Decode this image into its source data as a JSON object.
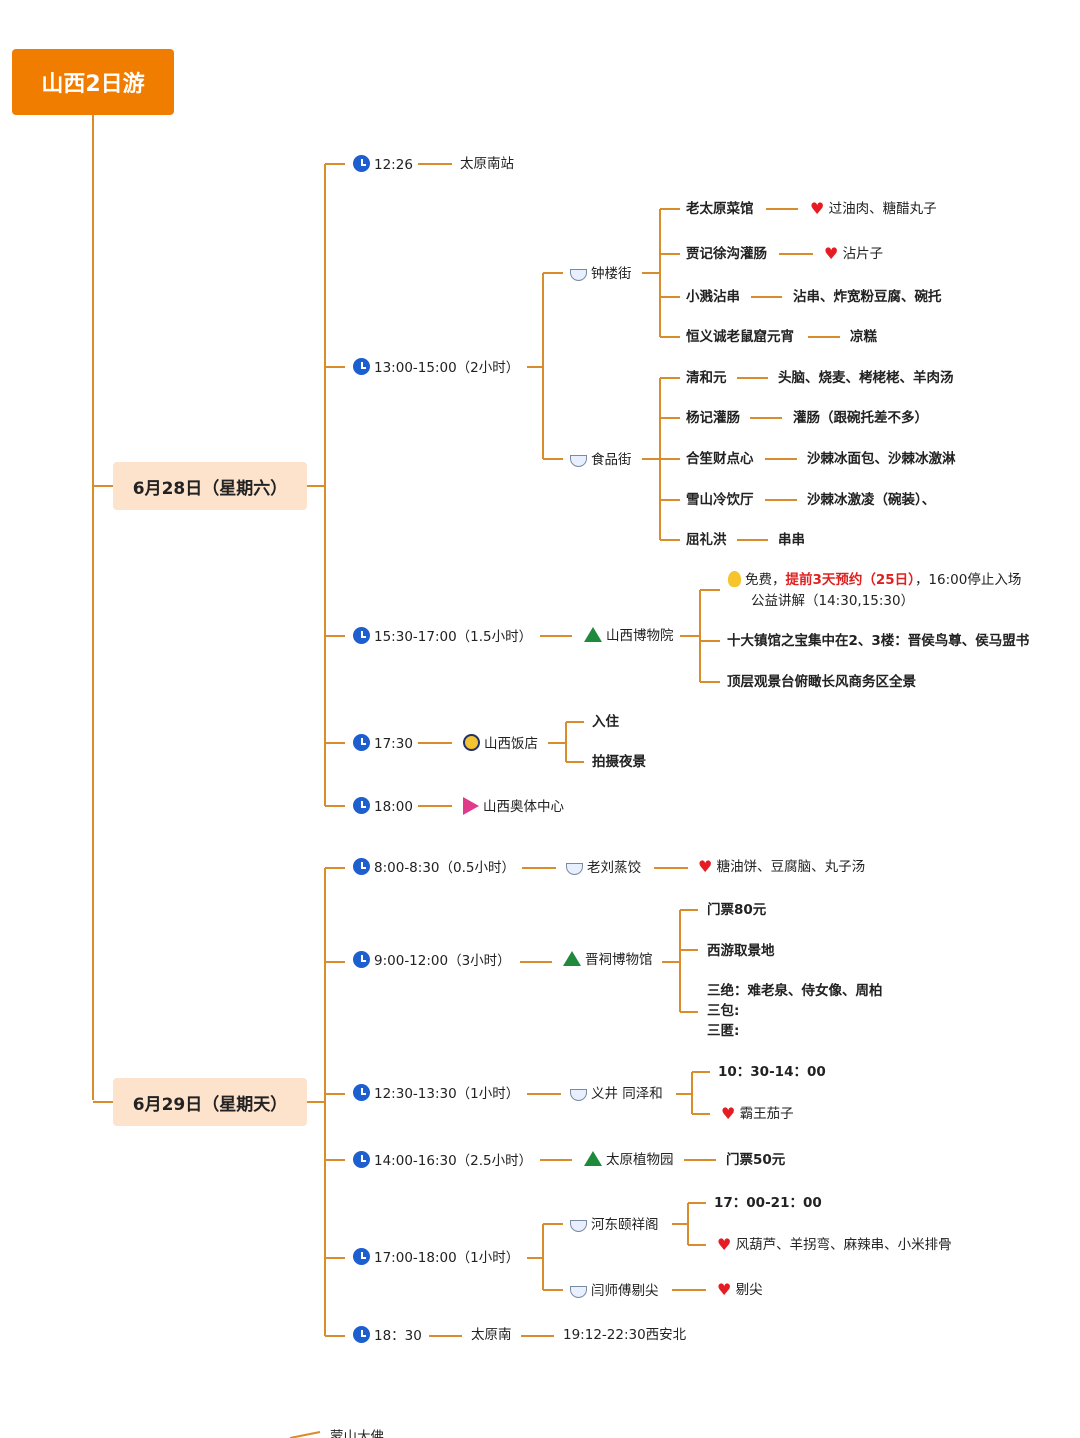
{
  "title": "山西2日游",
  "colors": {
    "title_bg": "#f07d00",
    "day_bg": "#fde2cc",
    "line": "#d98c2b",
    "accent_red": "#e02020",
    "clock": "#1e5fd0"
  },
  "day1": {
    "label": "6月28日（星期六）",
    "items": [
      {
        "time": "12:26",
        "place": "太原南站"
      },
      {
        "time": "13:00-15:00（2小时）",
        "streets": [
          {
            "name": "钟楼街",
            "shops": [
              {
                "name": "老太原菜馆",
                "food": "过油肉、糖醋丸子"
              },
              {
                "name": "贾记徐沟灌肠",
                "food": "沾片子"
              },
              {
                "name": "小溅沾串",
                "food": "沾串、炸宽粉豆腐、碗托"
              },
              {
                "name": "恒义诚老鼠窟元宵",
                "food": "凉糕"
              }
            ]
          },
          {
            "name": "食品街",
            "shops": [
              {
                "name": "清和元",
                "food": "头脑、烧麦、栲栳栳、羊肉汤"
              },
              {
                "name": "杨记灌肠",
                "food": "灌肠（跟碗托差不多）"
              },
              {
                "name": "合笙财点心",
                "food": "沙棘冰面包、沙棘冰激淋"
              },
              {
                "name": "雪山冷饮厅",
                "food": "沙棘冰激凌（碗装）、"
              },
              {
                "name": "屈礼洪",
                "food": "串串"
              }
            ]
          }
        ]
      },
      {
        "time": "15:30-17:00（1.5小时）",
        "place": "山西博物院",
        "notes": {
          "free": "免费，",
          "reserve": "提前3天预约（25日）",
          "stop": "，16:00停止入场",
          "lecture": "公益讲解（14:30,15:30）",
          "treasure": "十大镇馆之宝集中在2、3楼：晋侯鸟尊、侯马盟书",
          "top": "顶层观景台俯瞰长风商务区全景"
        }
      },
      {
        "time": "17:30",
        "place": "山西饭店",
        "subs": [
          "入住",
          "拍摄夜景"
        ]
      },
      {
        "time": "18:00",
        "place": "山西奥体中心"
      }
    ]
  },
  "day2": {
    "label": "6月29日（星期天）",
    "items": [
      {
        "time": "8:00-8:30（0.5小时）",
        "place": "老刘蒸饺",
        "food": "糖油饼、豆腐脑、丸子汤"
      },
      {
        "time": "9:00-12:00（3小时）",
        "place": "晋祠博物馆",
        "notes": {
          "ticket": "门票80元",
          "spot": "西游取景地",
          "sanjue": "三绝：难老泉、侍女像、周柏",
          "sanbao": "三包:",
          "sanni": "三匿:"
        }
      },
      {
        "time": "12:30-13:30（1小时）",
        "place": "义井 同泽和",
        "hours": "10：30-14：00",
        "food": "霸王茄子"
      },
      {
        "time": "14:00-16:30（2.5小时）",
        "place": "太原植物园",
        "ticket": "门票50元"
      },
      {
        "time": "17:00-18:00（1小时）",
        "places": [
          {
            "name": "河东颐祥阁",
            "hours": "17：00-21：00",
            "food": "风葫芦、羊拐弯、麻辣串、小米排骨"
          },
          {
            "name": "闫师傅剔尖",
            "food": "剔尖"
          }
        ]
      },
      {
        "time": "18：30",
        "place": "太原南",
        "train": "19:12-22:30西安北"
      }
    ]
  },
  "footer_partial": "蒙山大佛"
}
